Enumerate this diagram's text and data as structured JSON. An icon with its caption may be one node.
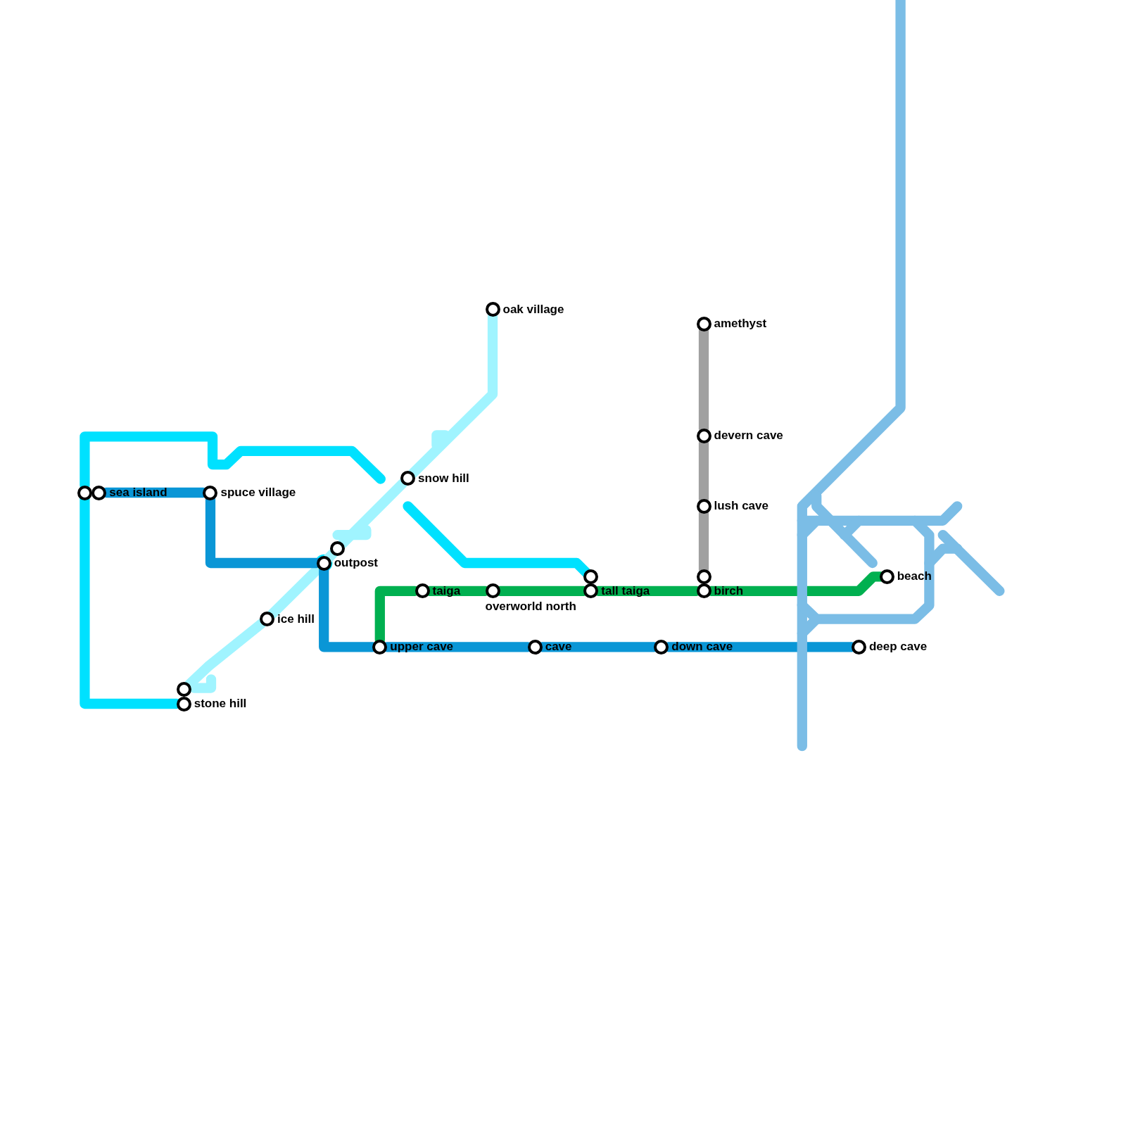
{
  "diagram": {
    "nodes": [
      {
        "text": [],
        "shape": "circle"
      },
      {
        "text": [
          "sea island"
        ]
      },
      {
        "text": [
          "spuce village"
        ]
      },
      {
        "text": [],
        "shape": "circle"
      },
      {
        "text": [
          "outpost"
        ]
      },
      {
        "text": [
          "ice hill"
        ]
      },
      {
        "text": [],
        "shape": "circle"
      },
      {
        "text": [
          "stone hill"
        ]
      },
      {
        "text": [
          "oak village"
        ]
      },
      {
        "text": [
          "snow hill"
        ]
      },
      {
        "text": [
          "taiga"
        ]
      },
      {
        "text": [
          "overworld north"
        ]
      },
      {
        "text": [],
        "shape": "circle"
      },
      {
        "text": [
          "tall taiga"
        ]
      },
      {
        "text": [
          "amethyst"
        ]
      },
      {
        "text": [
          "devern cave"
        ]
      },
      {
        "text": [
          "lush cave"
        ]
      },
      {
        "text": [],
        "shape": "circle"
      },
      {
        "text": [
          "birch"
        ]
      },
      {
        "text": [
          "upper cave"
        ]
      },
      {
        "text": [
          "cave"
        ]
      },
      {
        "text": [
          "down cave"
        ]
      },
      {
        "text": [
          "deep cave"
        ]
      },
      {
        "text": [
          "beach"
        ]
      }
    ],
    "edges": [
      {
        "from": 7,
        "to": 0,
        "arrow": "none",
        "color": "#00e1ff"
      },
      {
        "from": 8,
        "to": 9,
        "arrow": "none",
        "color": "#a0f4ff"
      },
      {
        "from": 9,
        "to": 3,
        "arrow": "none",
        "color": "#a0f4ff"
      },
      {
        "from": 3,
        "to": 4,
        "arrow": "none",
        "color": "#a0f4ff"
      },
      {
        "from": 4,
        "to": 5,
        "arrow": "none",
        "color": "#a0f4ff"
      },
      {
        "from": 5,
        "to": 6,
        "arrow": "none",
        "color": "#a0f4ff"
      },
      {
        "from": 1,
        "to": 2,
        "arrow": "none",
        "color": "#0a96d6"
      },
      {
        "from": 2,
        "to": 4,
        "arrow": "none",
        "color": "#0a96d6"
      },
      {
        "from": 4,
        "to": 19,
        "arrow": "none",
        "color": "#0a96d6"
      },
      {
        "from": 19,
        "to": 20,
        "arrow": "none",
        "color": "#0a96d6"
      },
      {
        "from": 20,
        "to": 21,
        "arrow": "none",
        "color": "#0a96d6"
      },
      {
        "from": 21,
        "to": 22,
        "arrow": "none",
        "color": "#0a96d6"
      },
      {
        "from": 19,
        "to": 10,
        "arrow": "none",
        "color": "#00b050"
      },
      {
        "from": 10,
        "to": 11,
        "arrow": "none",
        "color": "#00b050"
      },
      {
        "from": 11,
        "to": 13,
        "arrow": "none",
        "color": "#00b050"
      },
      {
        "from": 13,
        "to": 18,
        "arrow": "none",
        "color": "#00b050"
      },
      {
        "from": 18,
        "to": 23,
        "arrow": "none",
        "color": "#00b050"
      },
      {
        "from": 14,
        "to": 15,
        "arrow": "none",
        "color": "#a0a0a0"
      },
      {
        "from": 15,
        "to": 16,
        "arrow": "none",
        "color": "#a0a0a0"
      },
      {
        "from": 16,
        "to": 17,
        "arrow": "none",
        "color": "#a0a0a0"
      }
    ]
  }
}
